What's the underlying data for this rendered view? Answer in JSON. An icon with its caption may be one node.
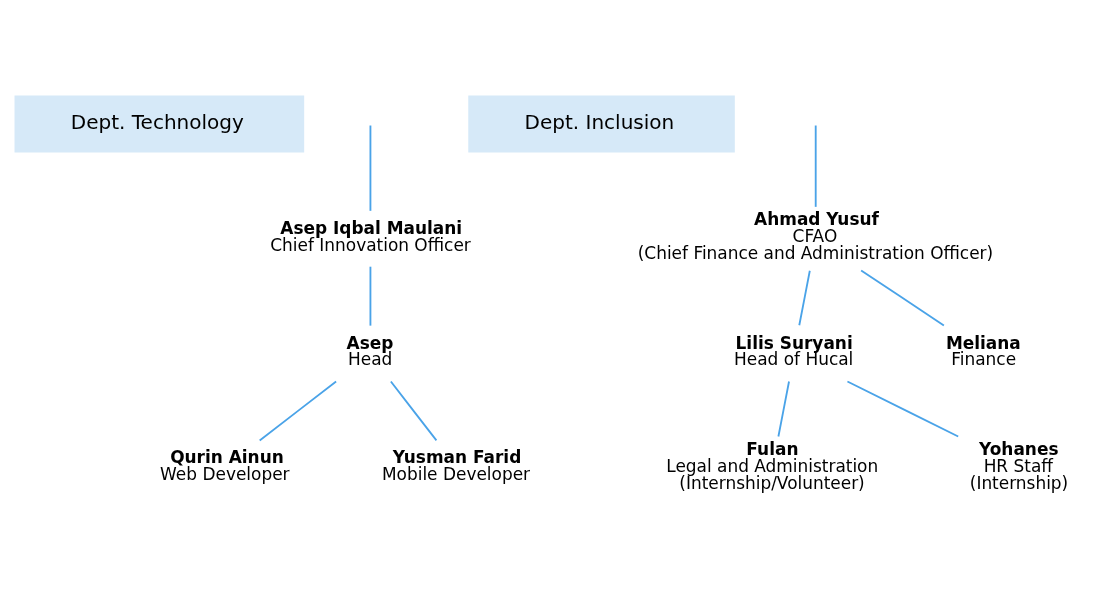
{
  "diagram": {
    "nodes": [
      {
        "text": [
          "Dept. Technology"
        ]
      },
      {
        "text": [
          "Dept. Inclusion"
        ]
      },
      {
        "text": [
          "Asep Iqbal Maulani",
          "Chief Innovation Officer"
        ]
      },
      {
        "text": [
          "Ahmad Yusuf",
          "CFAO",
          "(Chief Finance and Administration Officer)"
        ]
      },
      {
        "text": [
          "Asep",
          "Head"
        ]
      },
      {
        "text": [
          "Lilis Suryani",
          "Head of Hucal"
        ]
      },
      {
        "text": [
          "Meliana",
          "Finance"
        ]
      },
      {
        "text": [
          "Qurin Ainun",
          "Web Developer"
        ]
      },
      {
        "text": [
          "Yusman Farid",
          "Mobile Developer"
        ]
      },
      {
        "text": [
          "Fulan",
          "Legal and Administration",
          "(Internship/Volunteer)"
        ]
      },
      {
        "text": [
          "Yohanes",
          "HR Staff",
          "(Internship)"
        ]
      }
    ],
    "edges": [
      {
        "from": null,
        "to": 2,
        "arrow": "none"
      },
      {
        "from": null,
        "to": 3,
        "arrow": "none"
      },
      {
        "from": 2,
        "to": 4,
        "arrow": "none"
      },
      {
        "from": 4,
        "to": 7,
        "arrow": "none"
      },
      {
        "from": 4,
        "to": 8,
        "arrow": "none"
      },
      {
        "from": 3,
        "to": 5,
        "arrow": "none"
      },
      {
        "from": 3,
        "to": 6,
        "arrow": "none"
      },
      {
        "from": 5,
        "to": 9,
        "arrow": "none"
      },
      {
        "from": 5,
        "to": 10,
        "arrow": "none"
      }
    ]
  }
}
